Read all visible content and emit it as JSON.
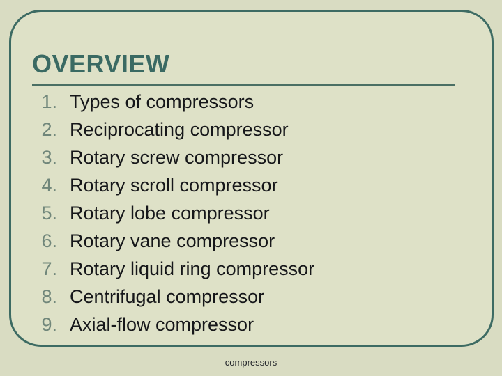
{
  "slide": {
    "title": "OVERVIEW",
    "footer": "compressors",
    "colors": {
      "background_outer": "#d9dcc2",
      "background_inner": "#dee1c7",
      "frame_border": "#3d6b63",
      "title": "#3a6a63",
      "rule": "#4a6f64",
      "number": "#70867a",
      "body_text": "#16171a",
      "footer_text": "#22252a"
    },
    "list": [
      {
        "number": "1.",
        "text": "Types of compressors"
      },
      {
        "number": "2.",
        "text": "Reciprocating compressor"
      },
      {
        "number": "3.",
        "text": "Rotary screw compressor"
      },
      {
        "number": "4.",
        "text": "Rotary scroll compressor"
      },
      {
        "number": "5.",
        "text": "Rotary lobe compressor"
      },
      {
        "number": "6.",
        "text": "Rotary vane compressor"
      },
      {
        "number": "7.",
        "text": "Rotary liquid ring compressor"
      },
      {
        "number": "8.",
        "text": "Centrifugal compressor"
      },
      {
        "number": "9.",
        "text": "Axial-flow compressor"
      }
    ]
  }
}
